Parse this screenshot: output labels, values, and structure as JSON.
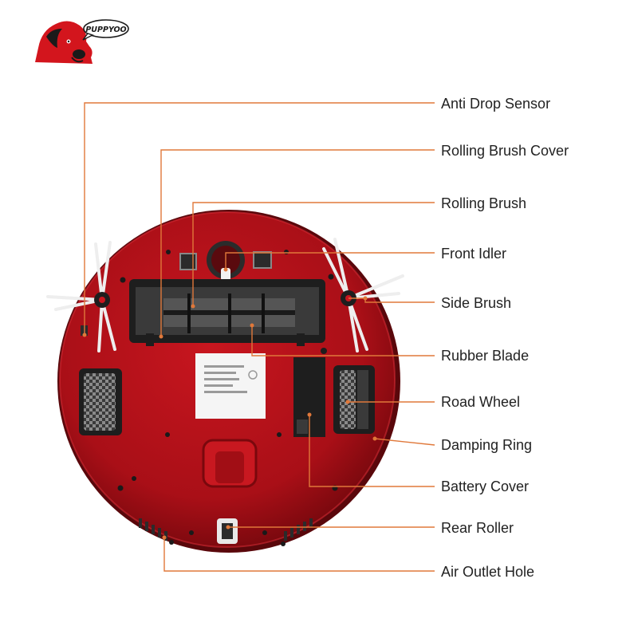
{
  "brand": {
    "logo_text": "PUPPYOO"
  },
  "colors": {
    "body": "#b3121a",
    "leader": "#e0783a",
    "text": "#222222"
  },
  "callouts": [
    "Anti Drop Sensor",
    "Rolling Brush Cover",
    "Rolling Brush",
    "Front Idler",
    "Side Brush",
    "Rubber Blade",
    "Road Wheel",
    "Damping Ring",
    "Battery Cover",
    "Rear Roller",
    "Air Outlet Hole"
  ]
}
